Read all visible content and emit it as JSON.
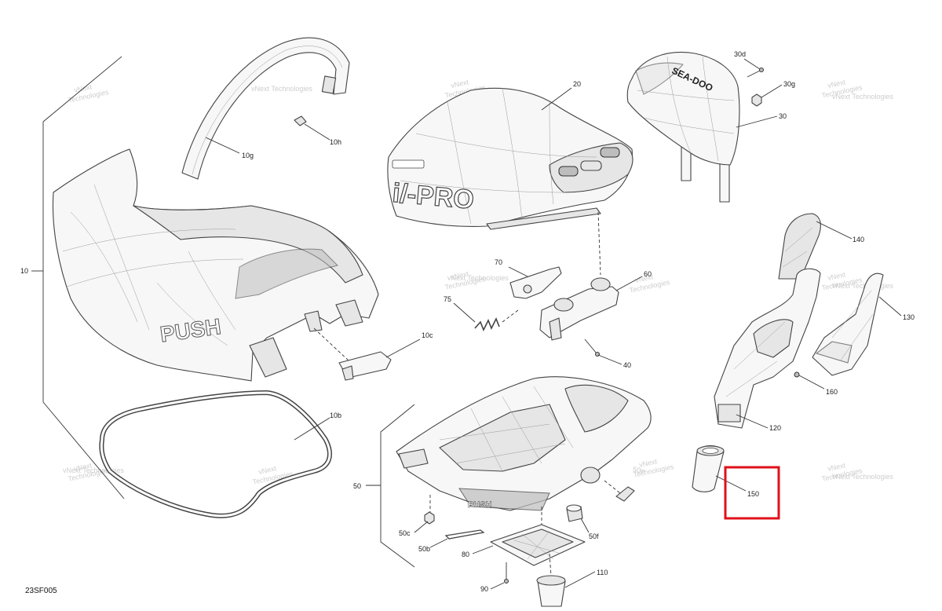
{
  "diagram_code": "23SF005",
  "labels": {
    "l10": "10",
    "l10g": "10g",
    "l10h": "10h",
    "l10c": "10c",
    "l10b": "10b",
    "l20": "20",
    "l30d": "30d",
    "l30g": "30g",
    "l30": "30",
    "l60": "60",
    "l70": "70",
    "l75": "75",
    "l40": "40",
    "l140": "140",
    "l130": "130",
    "l160": "160",
    "l120": "120",
    "l150": "150",
    "l50": "50",
    "l50c": "50c",
    "l50b": "50b",
    "l50f": "50f",
    "l50e": "50e",
    "l80": "80",
    "l90": "90",
    "l110": "110"
  },
  "watermark": {
    "line1": "vNext",
    "line2": "Technologies",
    "inline": "vNext Technologies"
  },
  "highlight": {
    "target": "150",
    "color": "#e0101a"
  }
}
